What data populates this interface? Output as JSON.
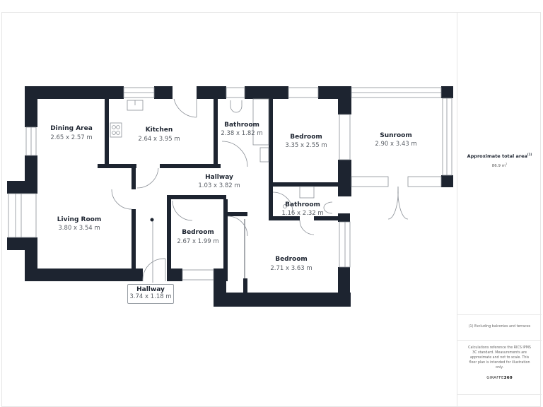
{
  "floorplan": {
    "rooms": [
      {
        "id": "dining",
        "name": "Dining Area",
        "dims": "2.65 x 2.57 m"
      },
      {
        "id": "kitchen",
        "name": "Kitchen",
        "dims": "2.64 x 3.95 m"
      },
      {
        "id": "bathroom1",
        "name": "Bathroom",
        "dims": "2.38 x 1.82 m"
      },
      {
        "id": "bedroom1",
        "name": "Bedroom",
        "dims": "3.35 x 2.55 m"
      },
      {
        "id": "sunroom",
        "name": "Sunroom",
        "dims": "2.90 x 3.43 m"
      },
      {
        "id": "hallway1",
        "name": "Hallway",
        "dims": "1.03 x 3.82 m"
      },
      {
        "id": "living",
        "name": "Living Room",
        "dims": "3.80 x 3.54 m"
      },
      {
        "id": "bathroom2",
        "name": "Bathroom",
        "dims": "1.16 x 2.32 m"
      },
      {
        "id": "bedroom2",
        "name": "Bedroom",
        "dims": "2.67 x 1.99 m"
      },
      {
        "id": "bedroom3",
        "name": "Bedroom",
        "dims": "2.71 x 3.63 m"
      },
      {
        "id": "hallway2",
        "name": "Hallway",
        "dims": "3.74 x 1.18 m"
      }
    ],
    "colors": {
      "wall": "#1d2430",
      "line": "#8a8f96",
      "text": "#1d2430",
      "dim_text": "#5a5f66"
    }
  },
  "sidebar": {
    "area_title": "Approximate total area",
    "area_footnote_marker": "(1)",
    "area_value": "86.9 m",
    "area_unit_sup": "2",
    "note_excluding": "(1) Excluding balconies and terraces",
    "disclaimer": "Calculations reference the RICS IPMS 3C standard. Measurements are approximate and not to scale. This floor plan is intended for illustration only.",
    "brand_prefix": "GIRAFFE",
    "brand_suffix": "360"
  }
}
